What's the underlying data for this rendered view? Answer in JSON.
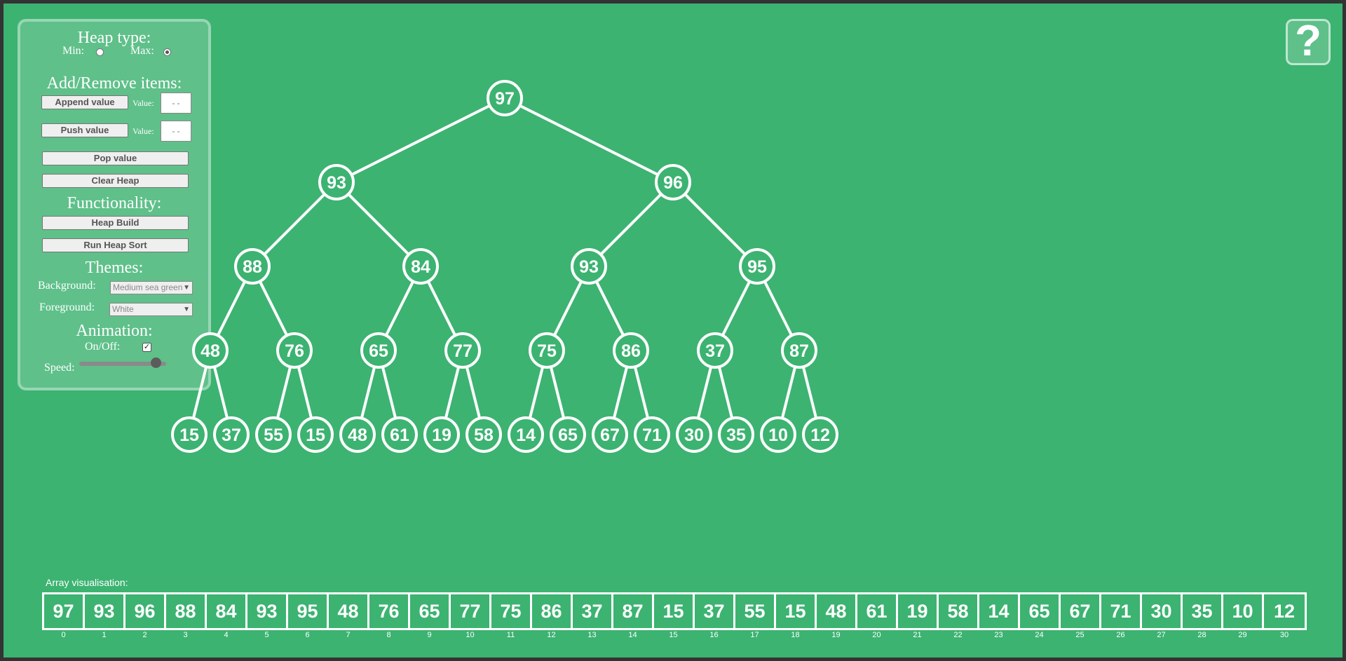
{
  "panel": {
    "heap_type_title": "Heap type:",
    "min_label": "Min:",
    "max_label": "Max:",
    "selected_type": "max",
    "add_remove_title": "Add/Remove items:",
    "append_button": "Append value",
    "push_button": "Push value",
    "value_label": "Value:",
    "value_placeholder": "- -",
    "pop_button": "Pop value",
    "clear_button": "Clear Heap",
    "functionality_title": "Functionality:",
    "heap_build_button": "Heap Build",
    "heap_sort_button": "Run Heap Sort",
    "themes_title": "Themes:",
    "background_label": "Background:",
    "background_value": "Medium sea green",
    "foreground_label": "Foreground:",
    "foreground_value": "White",
    "animation_title": "Animation:",
    "onoff_label": "On/Off:",
    "animation_on": true,
    "speed_label": "Speed:",
    "speed_fraction": 0.88
  },
  "help_label": "?",
  "colors": {
    "background": "#3cb371",
    "foreground": "#ffffff"
  },
  "array_label": "Array visualisation:",
  "heap": [
    97,
    93,
    96,
    88,
    84,
    93,
    95,
    48,
    76,
    65,
    77,
    75,
    86,
    37,
    87,
    15,
    37,
    55,
    15,
    48,
    61,
    19,
    58,
    14,
    65,
    67,
    71,
    30,
    35,
    10,
    12
  ]
}
